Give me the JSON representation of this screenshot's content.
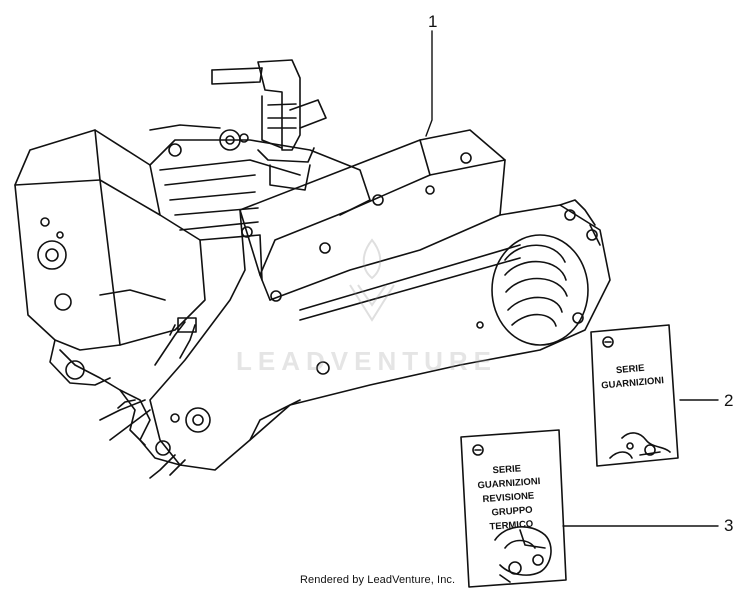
{
  "callouts": {
    "part1": "1",
    "part2": "2",
    "part3": "3"
  },
  "gasket_set": {
    "line1": "SERIE",
    "line2": "GUARNIZIONI"
  },
  "overhaul_set": {
    "line1": "SERIE",
    "line2": "GUARNIZIONI",
    "line3": "REVISIONE",
    "line4": "GRUPPO",
    "line5": "TERMICO"
  },
  "watermark": "LEADVENTURE",
  "footer": "Rendered by LeadVenture, Inc."
}
